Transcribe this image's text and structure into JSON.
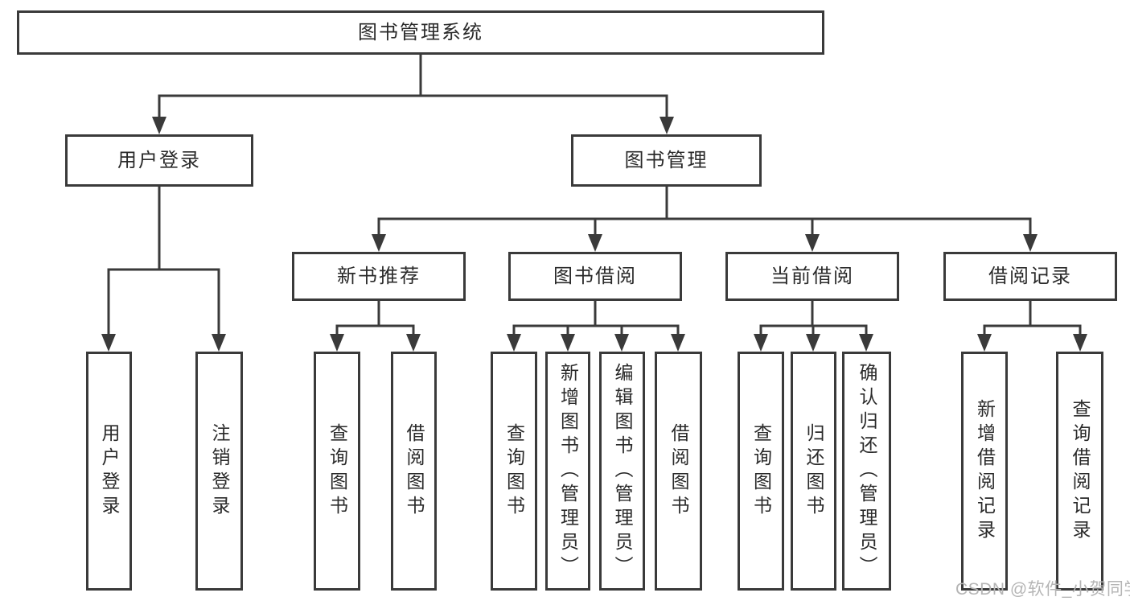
{
  "diagram": {
    "type": "hierarchy",
    "root": {
      "label": "图书管理系统",
      "children": [
        {
          "label": "用户登录",
          "children": [
            {
              "label": "用户登录"
            },
            {
              "label": "注销登录"
            }
          ]
        },
        {
          "label": "图书管理",
          "children": [
            {
              "label": "新书推荐",
              "children": [
                {
                  "label": "查询图书"
                },
                {
                  "label": "借阅图书"
                }
              ]
            },
            {
              "label": "图书借阅",
              "children": [
                {
                  "label": "查询图书"
                },
                {
                  "label": "新增图书（管理员）"
                },
                {
                  "label": "编辑图书（管理员）"
                },
                {
                  "label": "借阅图书"
                }
              ]
            },
            {
              "label": "当前借阅",
              "children": [
                {
                  "label": "查询图书"
                },
                {
                  "label": "归还图书"
                },
                {
                  "label": "确认归还（管理员）"
                }
              ]
            },
            {
              "label": "借阅记录",
              "children": [
                {
                  "label": "新增借阅记录"
                },
                {
                  "label": "查询借阅记录"
                }
              ]
            }
          ]
        }
      ]
    }
  },
  "watermark": {
    "text": "CSDN @软件_小贺同学",
    "color": "#b5b5b5"
  },
  "colors": {
    "line": "#3a3a3a",
    "border": "#3a3a3a",
    "text": "#2a2a2a",
    "background": "#ffffff",
    "box_fill": "#ffffff"
  }
}
